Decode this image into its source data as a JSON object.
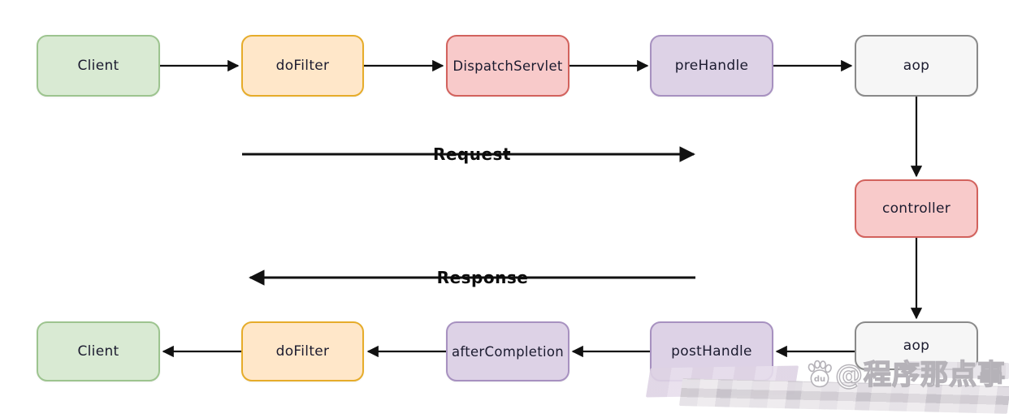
{
  "nodes": {
    "top": [
      {
        "label": "Client",
        "color": "green"
      },
      {
        "label": "doFilter",
        "color": "orange"
      },
      {
        "label": "DispatchServlet",
        "color": "red"
      },
      {
        "label": "preHandle",
        "color": "purple"
      },
      {
        "label": "aop",
        "color": "gray"
      }
    ],
    "middle": [
      {
        "label": "controller",
        "color": "red"
      }
    ],
    "bottom": [
      {
        "label": "Client",
        "color": "green"
      },
      {
        "label": "doFilter",
        "color": "orange"
      },
      {
        "label": "afterCompletion",
        "color": "purple"
      },
      {
        "label": "postHandle",
        "color": "purple"
      },
      {
        "label": "aop",
        "color": "gray"
      }
    ]
  },
  "flow": {
    "request": "Request",
    "response": "Response"
  },
  "palette": {
    "green_fill": "#d9ead3",
    "green_border": "#9dc48f",
    "orange_fill": "#ffe7c9",
    "orange_border": "#e6ac2a",
    "red_fill": "#f8caca",
    "red_border": "#d2625d",
    "purple_fill": "#ddd2e6",
    "purple_border": "#a791c0",
    "gray_fill": "#f6f6f6",
    "gray_border": "#8a8a8a",
    "text": "#1b1b2f",
    "arrow": "#111111"
  },
  "watermark": {
    "badge": "du",
    "text": "@程序那点事"
  }
}
